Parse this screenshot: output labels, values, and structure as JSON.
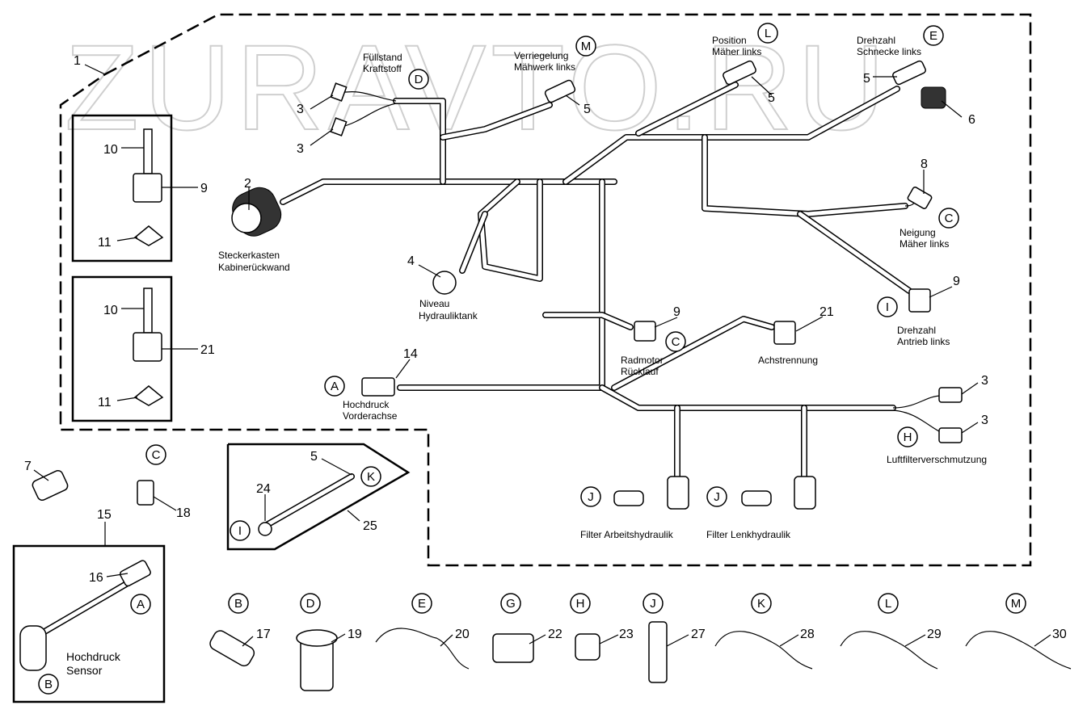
{
  "watermark": "ZURAVTO.RU",
  "labels": {
    "fuel_level": [
      "Füllstand",
      "Kraftstoff"
    ],
    "lock_mower": [
      "Verriegelung",
      "Mähwerk links"
    ],
    "position_mower": [
      "Position",
      "Mäher links"
    ],
    "auger_speed": [
      "Drehzahl",
      "Schnecke links"
    ],
    "cab_connector": [
      "Steckerkasten",
      "Kabinerückwand"
    ],
    "hydraulic_level": [
      "Niveau",
      "Hydrauliktank"
    ],
    "tilt_mower": [
      "Neigung",
      "Mäher links"
    ],
    "drive_speed": [
      "Drehzahl",
      "Antrieb links"
    ],
    "wheel_motor": [
      "Radmotor",
      "Rücklauf"
    ],
    "axle_disconnect": "Achstrennung",
    "high_pressure_front": [
      "Hochdruck",
      "Vorderachse"
    ],
    "air_filter": "Luftfilterverschmutzung",
    "filter_work": "Filter Arbeitshydraulik",
    "filter_steer": "Filter Lenkhydraulik",
    "hp_sensor": [
      "Hochdruck",
      "Sensor"
    ]
  },
  "letters": [
    "A",
    "B",
    "C",
    "D",
    "E",
    "G",
    "H",
    "I",
    "J",
    "K",
    "L",
    "M"
  ],
  "part_numbers": [
    "1",
    "2",
    "3",
    "4",
    "5",
    "6",
    "7",
    "8",
    "9",
    "10",
    "11",
    "14",
    "15",
    "16",
    "17",
    "18",
    "19",
    "20",
    "21",
    "22",
    "23",
    "24",
    "25",
    "27",
    "28",
    "29",
    "30"
  ]
}
